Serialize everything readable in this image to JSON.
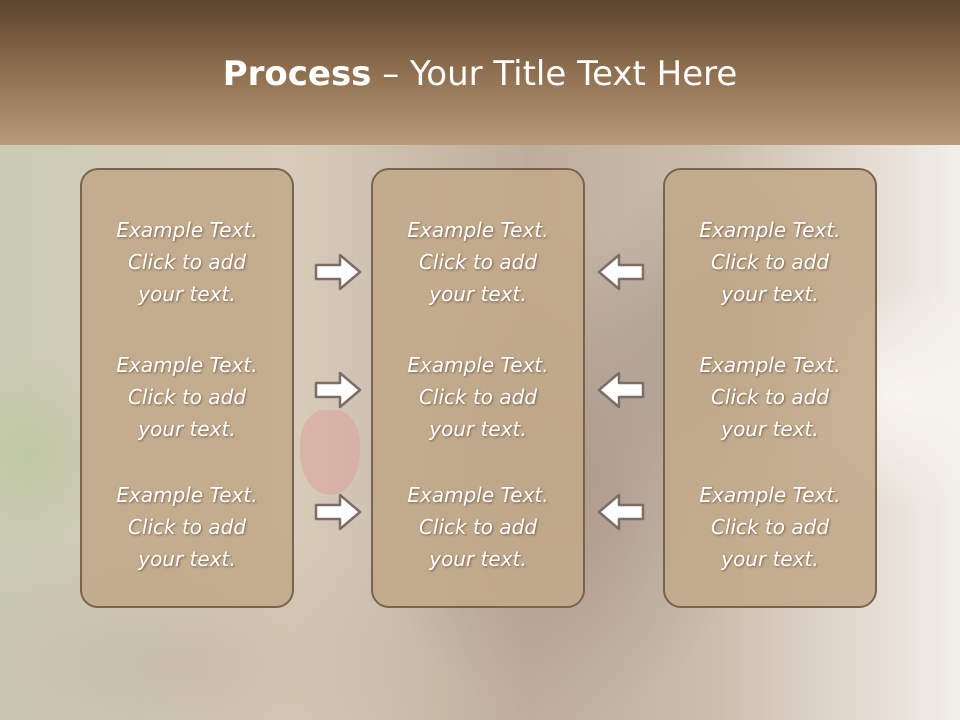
{
  "slide": {
    "title_bold": "Process",
    "title_rest": " – Your Title Text Here"
  },
  "columns": [
    {
      "items": [
        {
          "line1": "Example Text.",
          "line2": "Click  to add",
          "line3": "your text."
        },
        {
          "line1": "Example Text.",
          "line2": "Click  to add",
          "line3": "your text."
        },
        {
          "line1": "Example Text.",
          "line2": "Click  to add",
          "line3": "your text."
        }
      ]
    },
    {
      "items": [
        {
          "line1": "Example Text.",
          "line2": "Click  to add",
          "line3": "your text."
        },
        {
          "line1": "Example Text.",
          "line2": "Click  to add",
          "line3": "your text."
        },
        {
          "line1": "Example Text.",
          "line2": "Click  to add",
          "line3": "your text."
        }
      ]
    },
    {
      "items": [
        {
          "line1": "Example Text.",
          "line2": "Click  to add",
          "line3": "your text."
        },
        {
          "line1": "Example Text.",
          "line2": "Click  to add",
          "line3": "your text."
        },
        {
          "line1": "Example Text.",
          "line2": "Click  to add",
          "line3": "your text."
        }
      ]
    }
  ],
  "arrows": {
    "left_group": "arrow-right-icon",
    "right_group": "arrow-left-icon"
  },
  "colors": {
    "header_dark": "#5b442d",
    "panel_fill": "#c2a889",
    "panel_border": "#7a6450",
    "text": "#ffffff"
  }
}
